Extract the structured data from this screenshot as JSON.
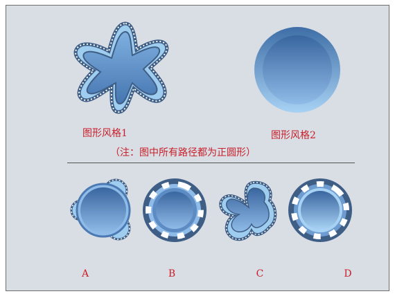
{
  "style1_label": "图形风格1",
  "style2_label": "图形风格2",
  "note": "（注：图中所有路径都为正圆形）",
  "options": [
    "A",
    "B",
    "C",
    "D"
  ],
  "colors": {
    "background": "#d9dde4",
    "label_red": "#c8202a",
    "ring_dark": "#3f5e86",
    "fill_light": "#8fb8e8",
    "fill_dark": "#3e6ea6",
    "outline_light": "#9ccbee"
  }
}
